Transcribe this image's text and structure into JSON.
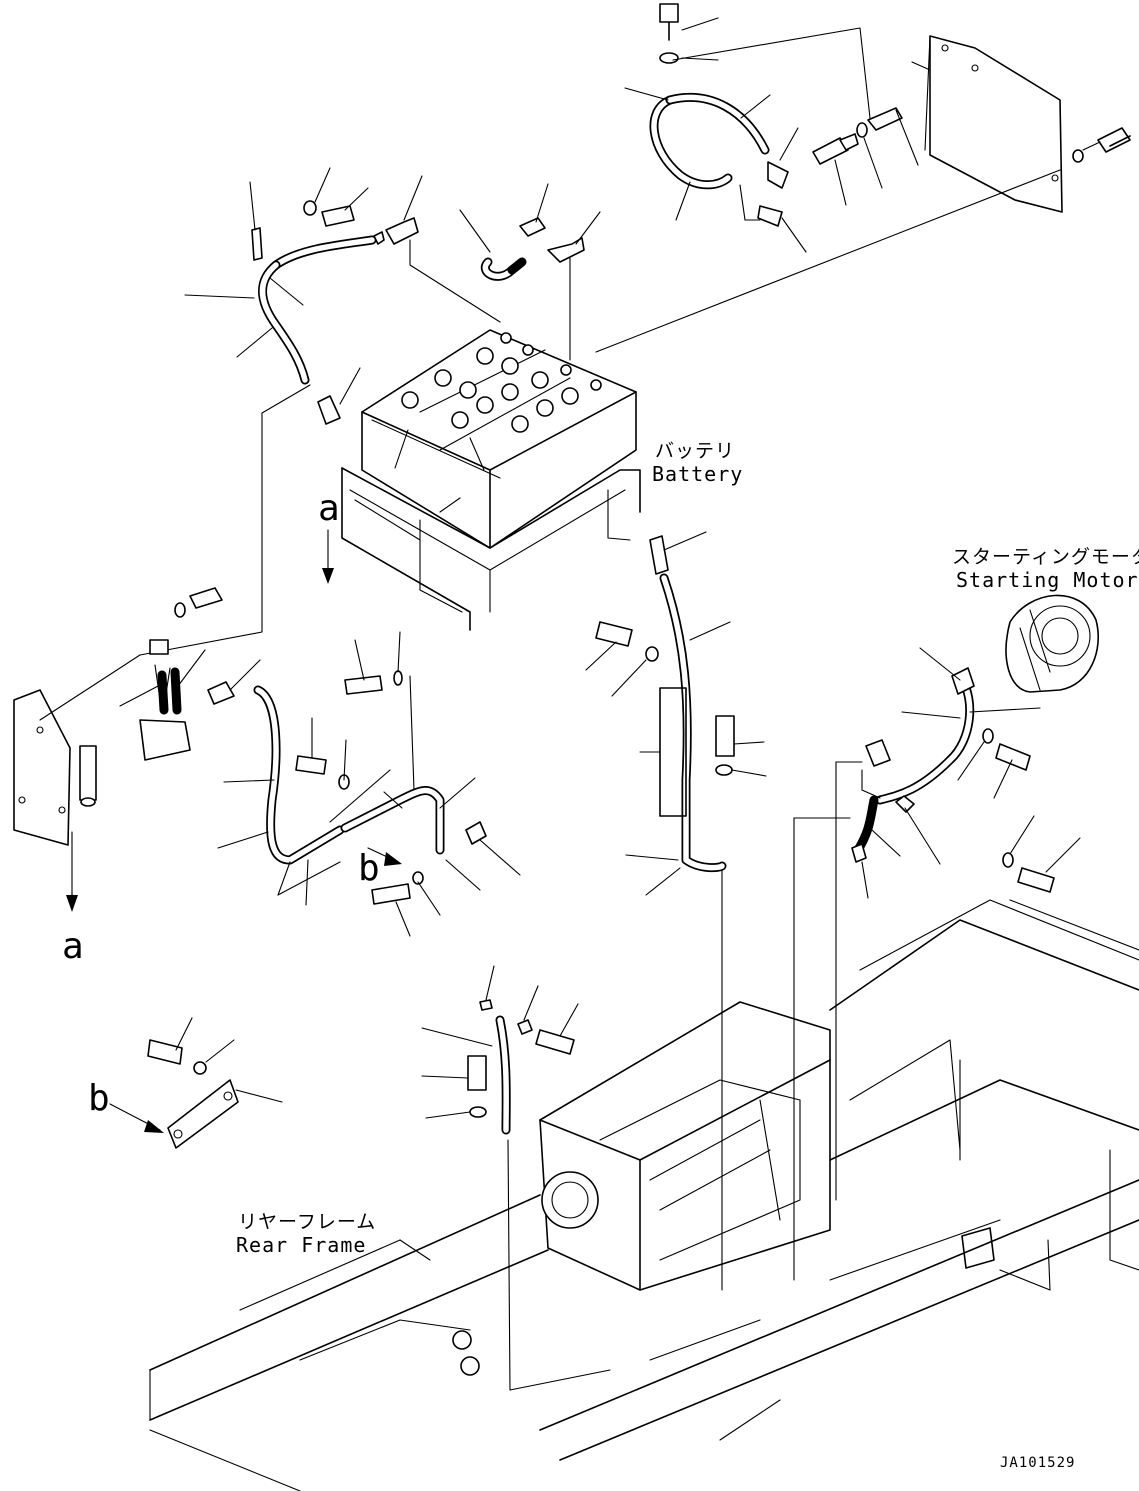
{
  "labels": {
    "battery_jp": "バッテリ",
    "battery_en": "Battery",
    "starting_motor_jp": "スターティングモータ",
    "starting_motor_en": "Starting Motor",
    "rear_frame_jp": "リヤーフレーム",
    "rear_frame_en": "Rear Frame"
  },
  "view_refs": {
    "a_top": "a",
    "a_left": "a",
    "b_mid": "b",
    "b_bottom": "b"
  },
  "drawing_code": "JA101529"
}
